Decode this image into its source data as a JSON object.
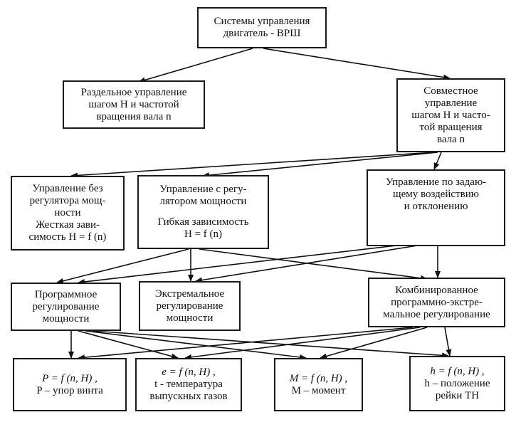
{
  "root": {
    "lines": [
      "Системы управления",
      "двигатель - ВРШ"
    ]
  },
  "level1": {
    "separate": {
      "lines": [
        "Раздельное управление",
        "шагом Н и частотой",
        "вращения вала n"
      ]
    },
    "joint": {
      "lines": [
        "Совместное",
        "управление",
        "шагом H и часто-",
        "той вращения",
        "вала n"
      ]
    }
  },
  "level2": {
    "without_regulator": {
      "lines": [
        "Управление без",
        "регулятора мощ-",
        "ности",
        "Жесткая зави-",
        "симость H = f (n)"
      ]
    },
    "with_regulator": {
      "lines": [
        "Управление с регу-",
        "лятором мощности",
        "",
        "Гибкая зависимость",
        "H = f (n)"
      ]
    },
    "by_setpoint": {
      "lines": [
        "Управление по задаю-",
        "щему воздействию",
        "и отклонению"
      ]
    }
  },
  "level3": {
    "program": {
      "lines": [
        "Программное",
        "регулирование",
        "мощности"
      ]
    },
    "extremal": {
      "lines": [
        "Экстремальное",
        "регулирование",
        "мощности"
      ]
    },
    "combined": {
      "lines": [
        "Комбинированное",
        "программно-экстре-",
        "мальное регулирование"
      ]
    }
  },
  "level4": {
    "thrust": {
      "lines": [
        "P = f (n, H) ,",
        "P – упор винта"
      ]
    },
    "temperature": {
      "lines": [
        "e = f (n, H) ,",
        "t - температура",
        "выпускных газов"
      ]
    },
    "moment": {
      "lines": [
        "M = f (n, H) ,",
        "M – момент"
      ]
    },
    "rack": {
      "lines": [
        "h = f (n, H) ,",
        "h – положение",
        "рейки ТН"
      ]
    }
  }
}
